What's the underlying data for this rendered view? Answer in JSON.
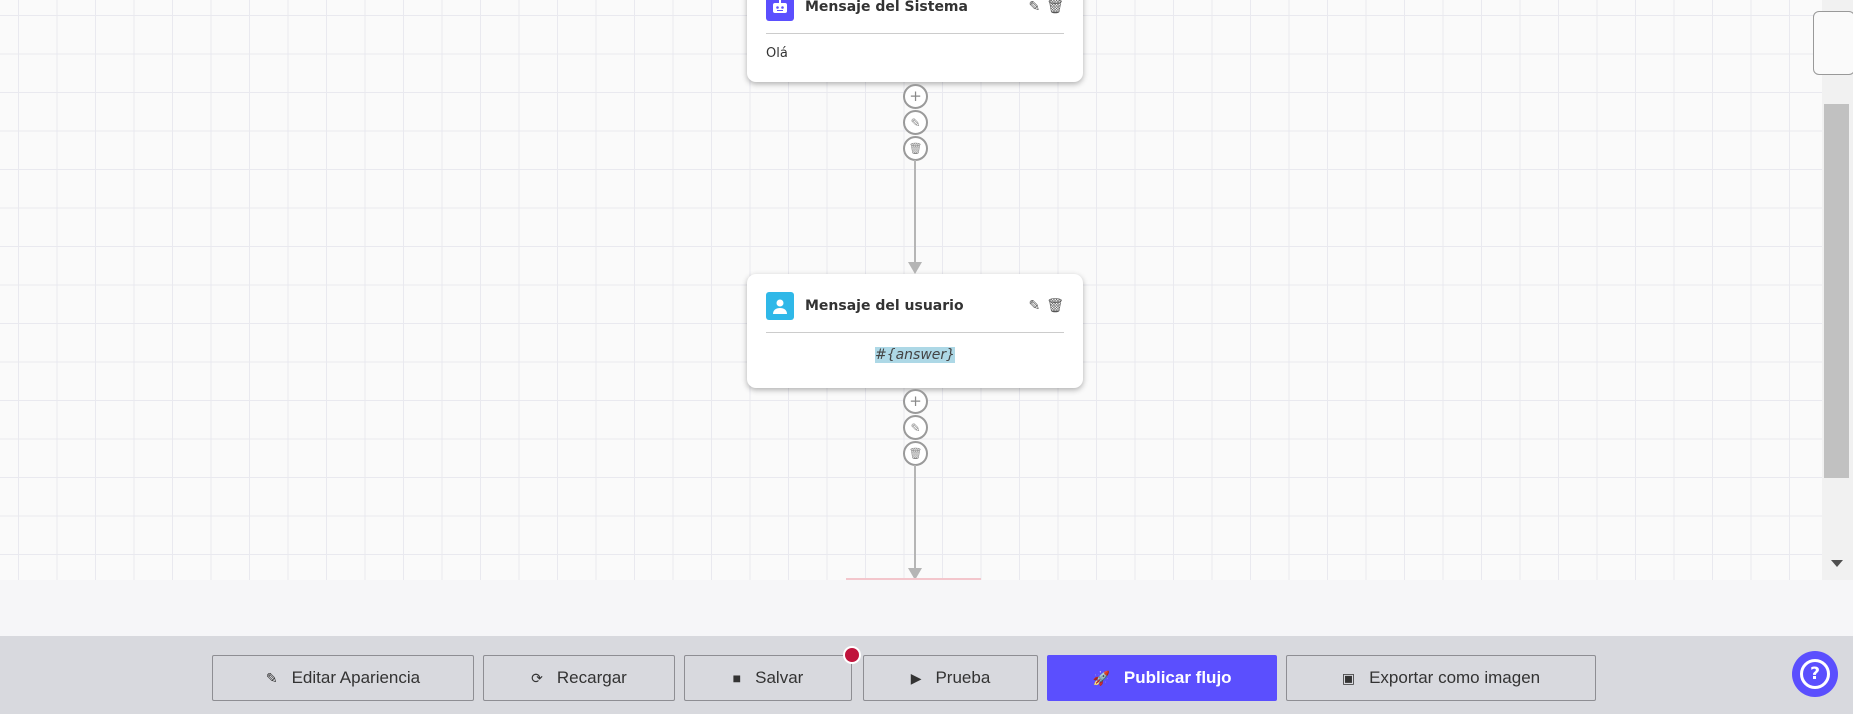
{
  "nodes": [
    {
      "title": "Mensaje del Sistema",
      "body": "Olá",
      "icon": "robot-icon",
      "icon_color": "#5b4ffe"
    },
    {
      "title": "Mensaje del usuario",
      "body": "#{answer}",
      "icon": "user-icon",
      "icon_color": "#2fb8e8"
    }
  ],
  "toolbar": {
    "edit": "Editar Apariencia",
    "reload": "Recargar",
    "save": "Salvar",
    "test": "Prueba",
    "publish": "Publicar flujo",
    "export": "Exportar como imagen"
  },
  "colors": {
    "accent": "#5b4ffe",
    "unsaved_dot": "#c0143c"
  }
}
